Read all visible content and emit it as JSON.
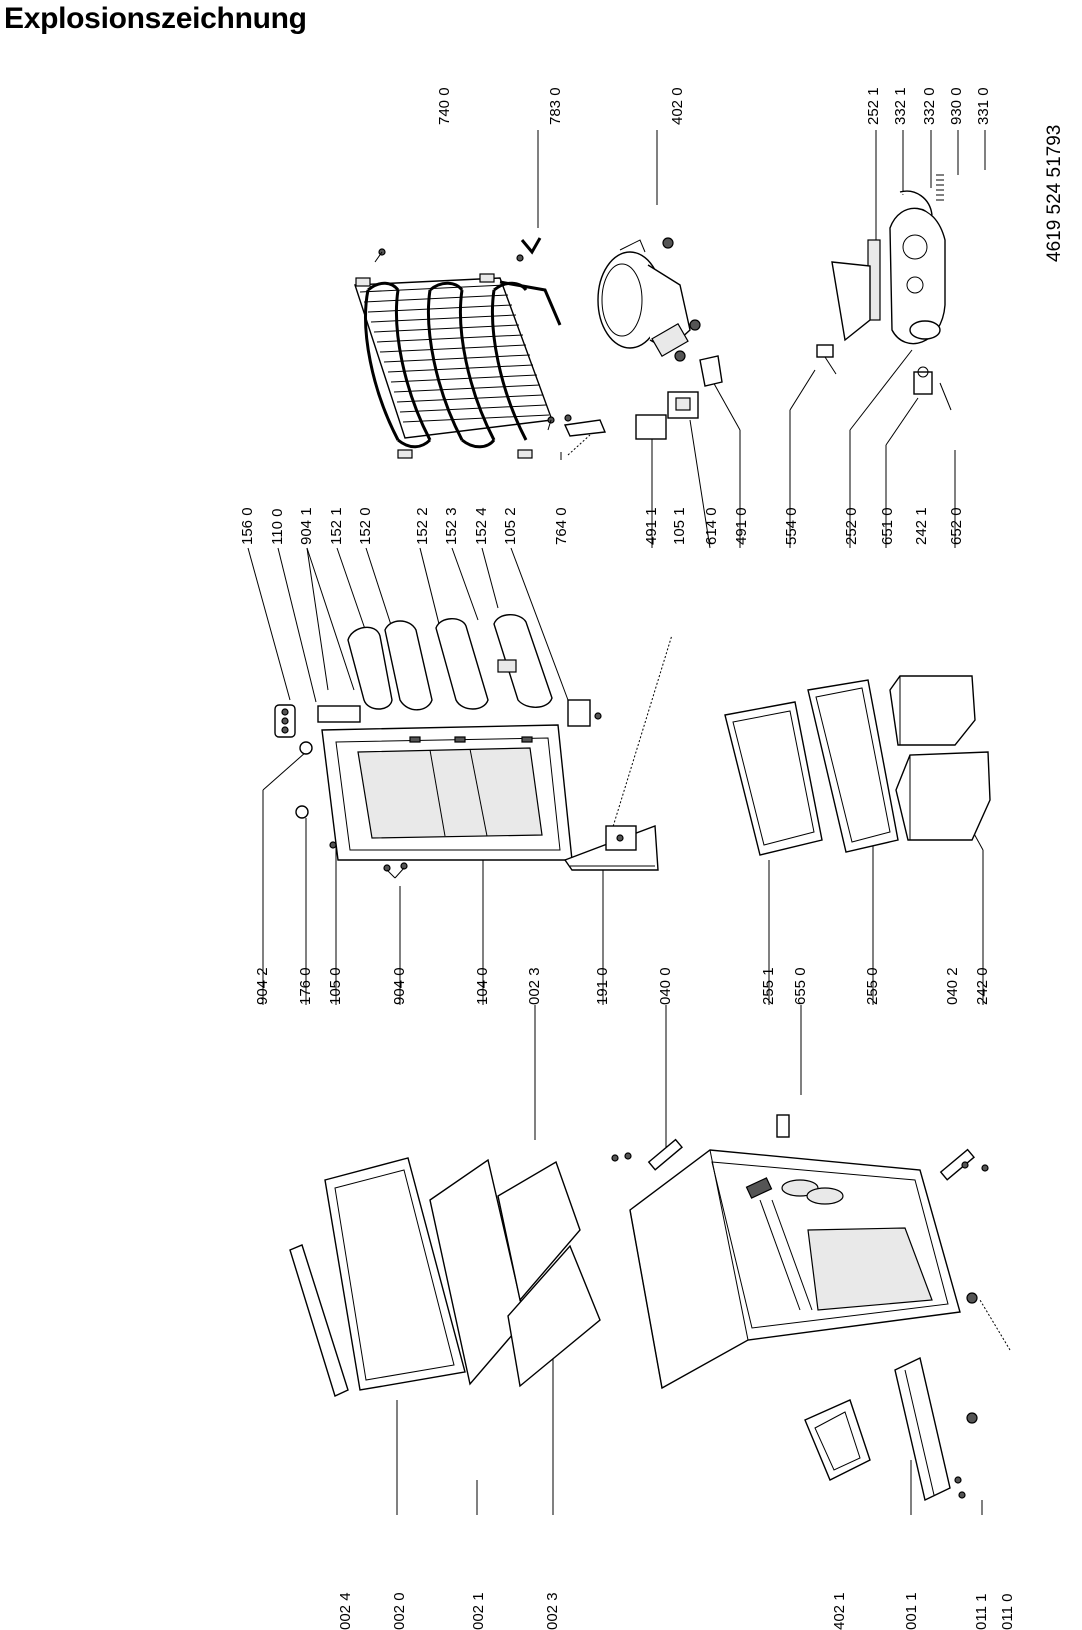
{
  "title": "Explosionszeichnung",
  "document_number": "4619 524 51793",
  "labels": {
    "l7400": "740 0",
    "l7830": "783 0",
    "l4020": "402 0",
    "l2521": "252 1",
    "l3321": "332 1",
    "l3320": "332 0",
    "l9300": "930 0",
    "l3310": "331 0",
    "l1560": "156 0",
    "l1100": "110 0",
    "l9041": "904 1",
    "l1521": "152 1",
    "l1520": "152 0",
    "l1522": "152 2",
    "l1523": "152 3",
    "l1524": "152 4",
    "l1052": "105 2",
    "l7640": "764 0",
    "l4911": "491 1",
    "l1051": "105 1",
    "l6140": "614 0",
    "l4910": "491 0",
    "l5540": "554 0",
    "l2520": "252 0",
    "l6510": "651 0",
    "l2421": "242 1",
    "l6520": "652 0",
    "l9042": "904 2",
    "l1760": "176 0",
    "l1050": "105 0",
    "l9040": "904 0",
    "l1040": "104 0",
    "l0023a": "002 3",
    "l1910": "191 0",
    "l0400": "040 0",
    "l2551": "255 1",
    "l6550": "655 0",
    "l2550": "255 0",
    "l0402": "040 2",
    "l2420": "242 0",
    "l0024": "002 4",
    "l0020": "002 0",
    "l0021": "002 1",
    "l0023b": "002 3",
    "l4021": "402 1",
    "l0011": "001 1",
    "l0111": "011 1",
    "l0110": "011 0"
  }
}
